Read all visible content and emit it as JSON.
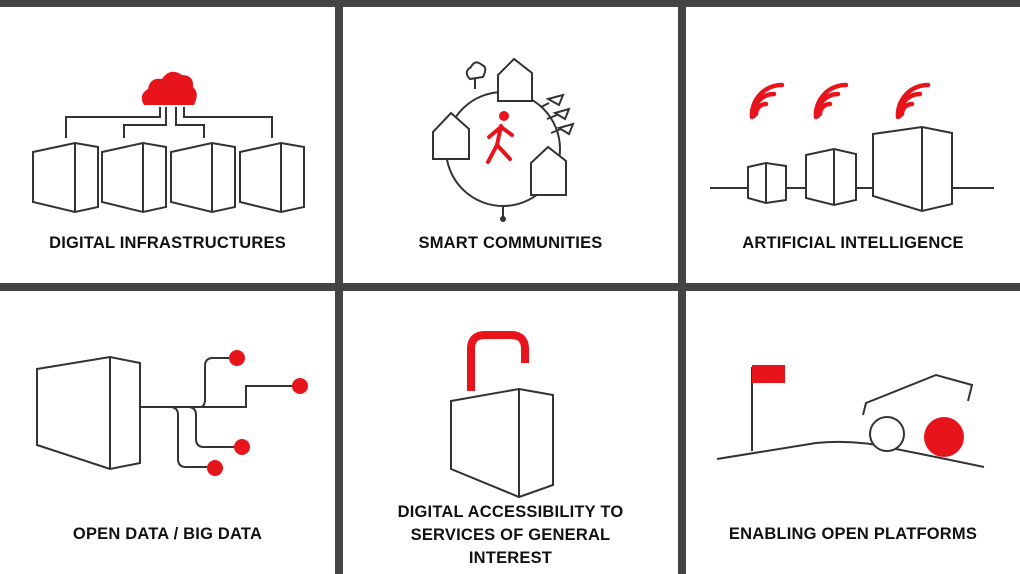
{
  "tiles": [
    {
      "label": "DIGITAL INFRASTRUCTURES",
      "icon": "cloud-server-network-icon"
    },
    {
      "label": "SMART COMMUNITIES",
      "icon": "pedestrian-community-icon"
    },
    {
      "label": "ARTIFICIAL INTELLIGENCE",
      "icon": "wireless-servers-icon"
    },
    {
      "label": "OPEN DATA / BIG DATA",
      "icon": "data-branch-icon"
    },
    {
      "label": "DIGITAL ACCESSIBILITY TO SERVICES OF GENERAL INTEREST",
      "icon": "open-padlock-icon"
    },
    {
      "label": "ENABLING OPEN PLATFORMS",
      "icon": "flag-vehicle-icon"
    }
  ],
  "colors": {
    "accent": "#e8141c",
    "line": "#333333",
    "divider": "#444444",
    "background": "#ffffff"
  }
}
